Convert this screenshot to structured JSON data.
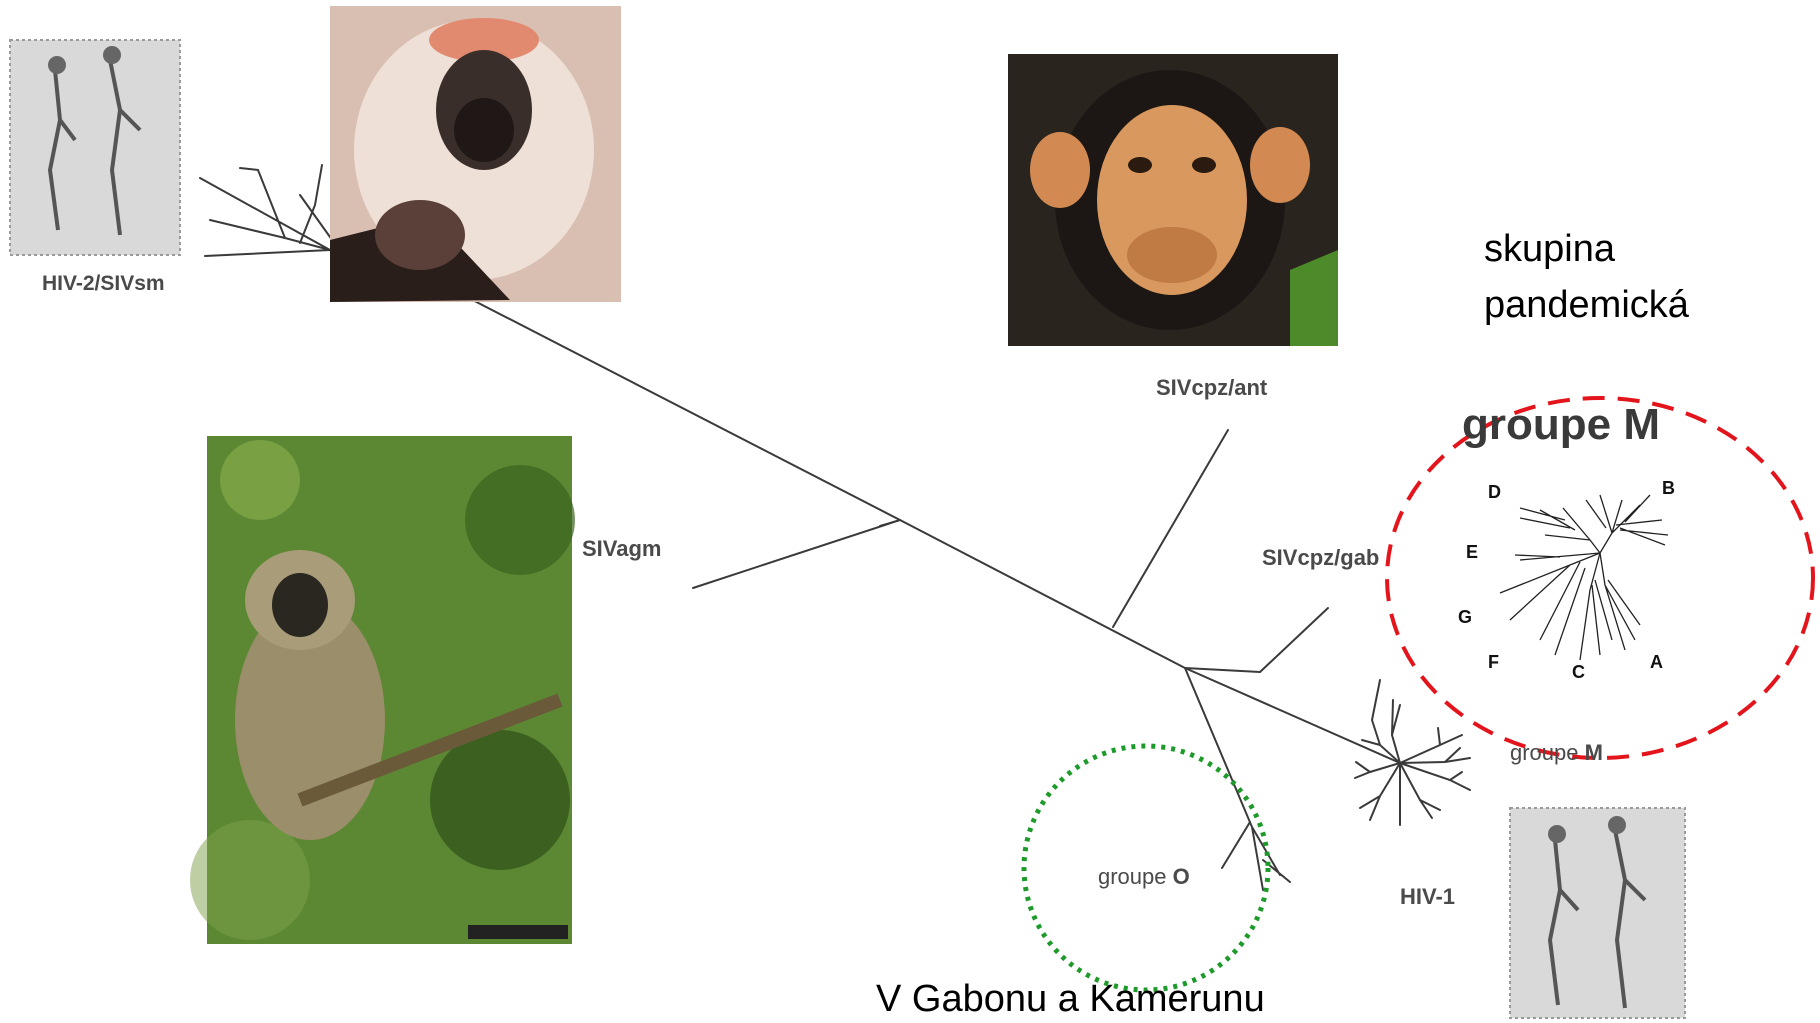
{
  "labels": {
    "hiv2_prefix": "HIV-2/SIV",
    "hiv2_suffix": "sm",
    "sivagm_prefix": "SIV",
    "sivagm_suffix": "agm",
    "sivcpz_ant_prefix": "SIV",
    "sivcpz_ant_suffix": "cpz/ant",
    "sivcpz_gab_prefix": "SIV",
    "sivcpz_gab_suffix": "cpz/gab",
    "groupe_m_small_prefix": "groupe ",
    "groupe_m_small_suffix": "M",
    "groupe_o_prefix": "groupe ",
    "groupe_o_suffix": "O",
    "hiv1": "HIV-1",
    "groupe_m_big": "groupe M",
    "subtypes": {
      "D": "D",
      "B": "B",
      "E": "E",
      "G": "G",
      "F": "F",
      "C": "C",
      "A": "A"
    }
  },
  "annotations": {
    "pandemic_line1": "skupina",
    "pandemic_line2": "pandemická",
    "gabon": "V Gabonu a Kamerunu"
  },
  "photos": {
    "mandrill": "mandrill-photo",
    "chimp": "chimpanzee-photo",
    "vervet": "vervet-monkey-photo",
    "sketch_left": "adam-eve-sketch",
    "sketch_right": "adam-eve-sketch"
  },
  "colors": {
    "tree_line": "#3a3a3a",
    "red_circle": "#e3141b",
    "green_circle": "#1d9a2a",
    "label_gray": "#4a4a4a"
  }
}
